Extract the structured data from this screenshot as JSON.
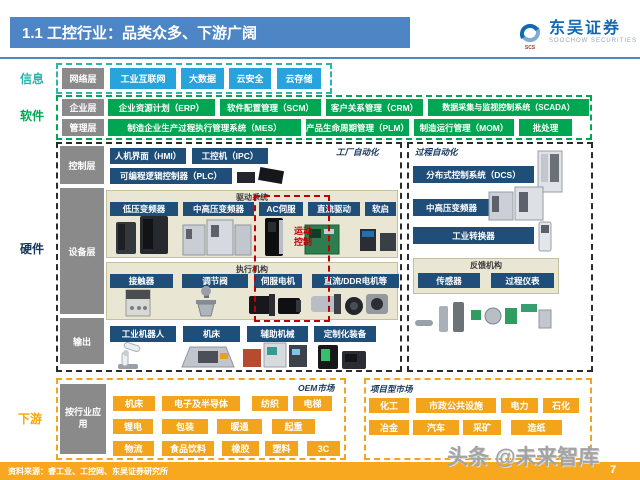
{
  "title": "1.1 工控行业：品类众多、下游广阔",
  "logo": {
    "cn": "东吴证券",
    "en": "SOOCHOW SECURITIES",
    "abbr": "SCS"
  },
  "side_labels": {
    "info": "信息",
    "software": "软件",
    "hardware": "硬件",
    "downstream": "下游"
  },
  "info": {
    "layer": "网络层",
    "items": [
      "工业互联网",
      "大数据",
      "云安全",
      "云存储"
    ]
  },
  "software": {
    "rows": [
      {
        "layer": "企业层",
        "items": [
          "企业资源计划（ERP）",
          "软件配置管理（SCM）",
          "客户关系管理（CRM）",
          "数据采集与监视控制系统（SCADA）"
        ]
      },
      {
        "layer": "管理层",
        "items": [
          "制造企业生产过程执行管理系统（MES）",
          "产品生命周期管理（PLM）",
          "制造运行管理（MOM）",
          "批处理"
        ]
      }
    ]
  },
  "hardware": {
    "factory_automation_label": "工厂自动化",
    "process_automation_label": "过程自动化",
    "control_layer": {
      "label": "控制层",
      "items": [
        "人机界面（HMI）",
        "工控机（IPC）",
        "可编程逻辑控制器（PLC）"
      ]
    },
    "device_layer_label": "设备层",
    "drive_system": {
      "title": "驱动系统",
      "items": [
        "低压变频器",
        "中高压变频器",
        "AC伺服",
        "直流驱动",
        "软启"
      ]
    },
    "actuator": {
      "title": "执行机构",
      "items": [
        "接触器",
        "调节阀",
        "伺服电机",
        "直流/DDR电机等"
      ]
    },
    "motion_control_label": "运动控制",
    "output_label": "输出",
    "output_items": [
      "工业机器人",
      "机床",
      "辅助机械",
      "定制化装备"
    ],
    "process_side": {
      "items": [
        "分布式控制系统（DCS）",
        "中高压变频器",
        "工业转换器"
      ],
      "feedback": {
        "title": "反馈机构",
        "items": [
          "传感器",
          "过程仪表"
        ]
      }
    }
  },
  "downstream": {
    "label": "按行业应用",
    "oem_market_label": "OEM市场",
    "oem_rows": [
      [
        "机床",
        "电子及半导体",
        "纺织",
        "电梯"
      ],
      [
        "锂电",
        "包装",
        "暖通",
        "起重"
      ],
      [
        "物流",
        "食品饮料",
        "橡胶",
        "塑料",
        "3C"
      ]
    ],
    "project_market_label": "项目型市场",
    "project_rows": [
      [
        "化工",
        "市政公共设施",
        "电力",
        "石化"
      ],
      [
        "冶金",
        "汽车",
        "采矿",
        "造纸"
      ]
    ]
  },
  "footer": {
    "source": "资料来源：睿工业、工控网、东吴证券研究所",
    "page": "7"
  },
  "watermark": "头条 @未来智库"
}
